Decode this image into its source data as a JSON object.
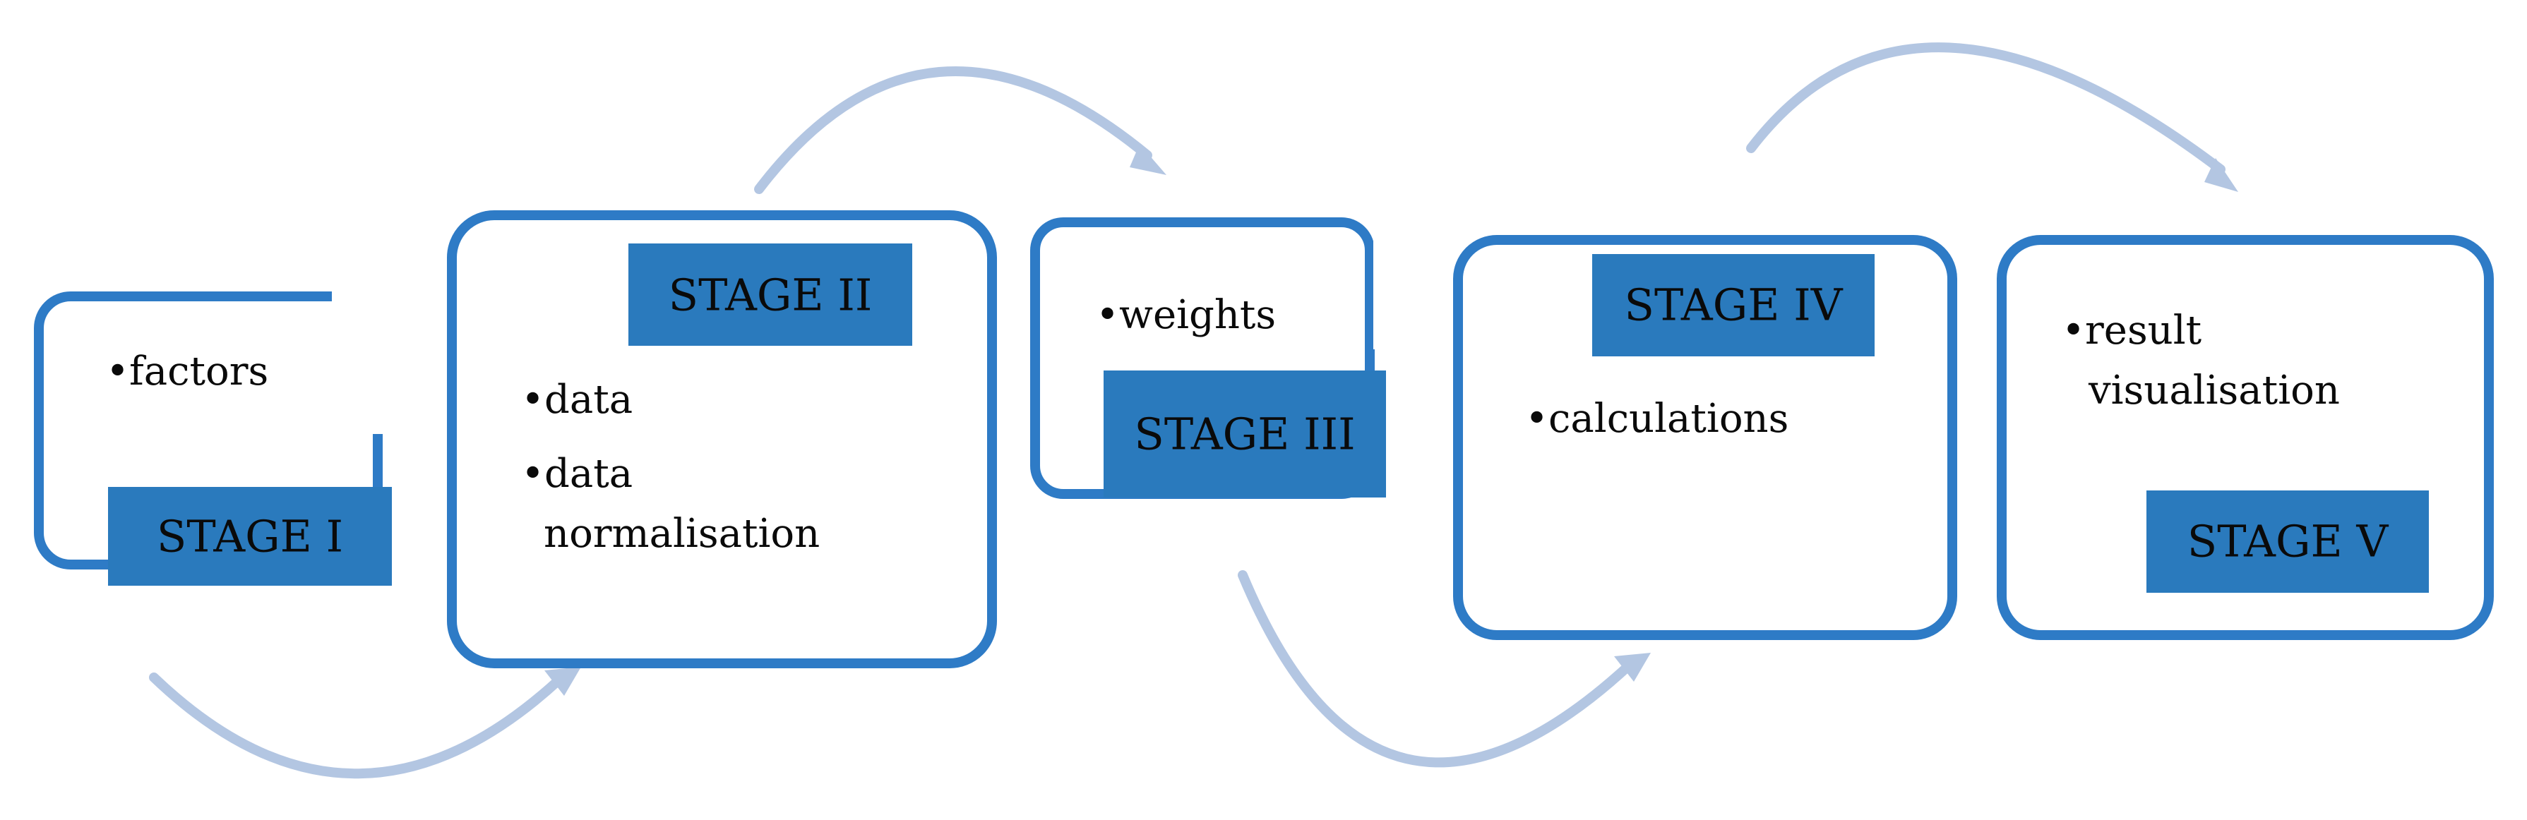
{
  "colors": {
    "frame_border": "#2e7bc6",
    "label_fill": "#2a7abd",
    "arrow": "#b3c6e2",
    "text": "#0a0a0a"
  },
  "stages": [
    {
      "label": "STAGE I",
      "items": [
        "factors"
      ]
    },
    {
      "label": "STAGE II",
      "items": [
        "data",
        "data",
        "normalisation"
      ]
    },
    {
      "label": "STAGE III",
      "items": [
        "weights"
      ]
    },
    {
      "label": "STAGE IV",
      "items": [
        "calculations"
      ]
    },
    {
      "label": "STAGE V",
      "items": [
        "result",
        "visualisation"
      ]
    }
  ],
  "bullet_glyph": "•"
}
